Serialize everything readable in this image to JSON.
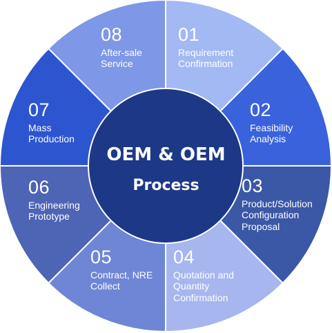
{
  "center": {
    "title": "OEM & OEM",
    "subtitle": "Process",
    "color": "#1d3886"
  },
  "steps": [
    {
      "number": "01",
      "label": "Requirement\nConfirmation",
      "color": "#a3b9f3"
    },
    {
      "number": "02",
      "label": "Feasibility\nAnalysis",
      "color": "#3a62dc"
    },
    {
      "number": "03",
      "label": "Product/Solution\nConfiguration\nProposal",
      "color": "#3b58a6"
    },
    {
      "number": "04",
      "label": "Quotation and\nQuantity\nConfirmation",
      "color": "#a7b6ee"
    },
    {
      "number": "05",
      "label": "Contract, NRE\nCollect",
      "color": "#6f86d6"
    },
    {
      "number": "06",
      "label": "Engineering\nPrototype",
      "color": "#4e64b4"
    },
    {
      "number": "07",
      "label": "Mass\nProduction",
      "color": "#2d55cf"
    },
    {
      "number": "08",
      "label": "After-sale\nService",
      "color": "#7e97e6"
    }
  ]
}
